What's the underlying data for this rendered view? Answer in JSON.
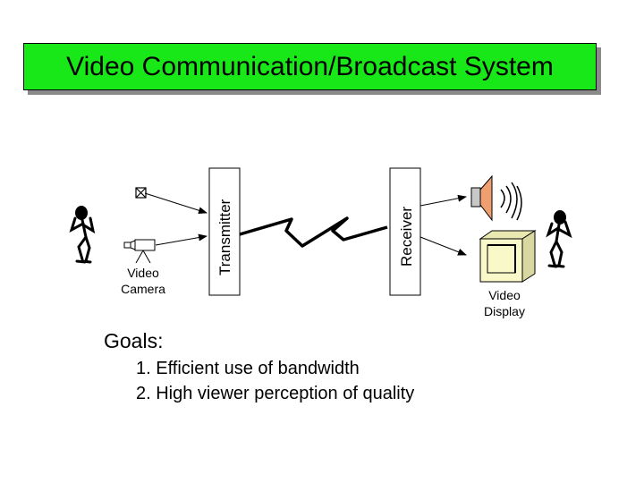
{
  "title": "Video Communication/Broadcast System",
  "diagram": {
    "transmitter_label": "Transmitter",
    "receiver_label": "Receiver",
    "camera_label": [
      "Video",
      "Camera"
    ],
    "display_label": [
      "Video",
      "Display"
    ]
  },
  "goals": {
    "heading": "Goals:",
    "items": [
      "1.  Efficient use of bandwidth",
      "2.  High viewer perception of quality"
    ]
  },
  "colors": {
    "title_bg": "#18e818",
    "speaker": "#f0a070",
    "monitor": "#f8f8c8"
  }
}
